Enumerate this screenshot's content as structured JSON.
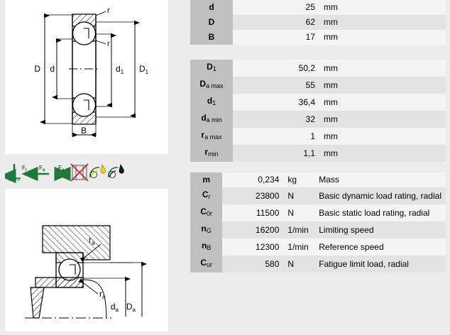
{
  "page": {
    "background": "#ececec",
    "panel_bg": "#ffffff",
    "symbol_cell_bg": "#c0c0c0",
    "row_odd_bg": "#f4f4f4",
    "row_even_bg": "#e3e3e3",
    "icon_green": "#1e7a3c",
    "icon_red": "#cc2222"
  },
  "drawings": {
    "bearing_section": {
      "name": "deep-groove-ball-bearing-cross-section",
      "dimension_labels": [
        "D",
        "d",
        "d1",
        "D1",
        "B",
        "r",
        "r"
      ]
    },
    "mounting_section": {
      "name": "bearing-mounting-abutment-dimensions",
      "dimension_labels": [
        "ra",
        "ra",
        "da",
        "Da"
      ]
    }
  },
  "load_icons": [
    {
      "name": "radial-load-icon",
      "label": "Fr"
    },
    {
      "name": "axial-load-one-way-icon",
      "label": "Fa"
    },
    {
      "name": "axial-load-two-way-icon",
      "label": "Fa"
    },
    {
      "name": "not-separable-icon",
      "label": ""
    },
    {
      "name": "grease-lubrication-icon",
      "label": ""
    },
    {
      "name": "oil-lubrication-icon",
      "label": ""
    }
  ],
  "tables": {
    "section_main": {
      "name": "main-dimensions-table",
      "rows": [
        {
          "symbol": "d",
          "sub": "",
          "value": "25",
          "unit": "mm",
          "desc": ""
        },
        {
          "symbol": "D",
          "sub": "",
          "value": "62",
          "unit": "mm",
          "desc": ""
        },
        {
          "symbol": "B",
          "sub": "",
          "value": "17",
          "unit": "mm",
          "desc": ""
        }
      ]
    },
    "section_abutment": {
      "name": "abutment-dimensions-table",
      "rows": [
        {
          "symbol": "D",
          "sub": "1",
          "value": "50,2",
          "unit": "mm",
          "desc": ""
        },
        {
          "symbol": "D",
          "sub": "a max",
          "value": "55",
          "unit": "mm",
          "desc": ""
        },
        {
          "symbol": "d",
          "sub": "1",
          "value": "36,4",
          "unit": "mm",
          "desc": ""
        },
        {
          "symbol": "d",
          "sub": "a min",
          "value": "32",
          "unit": "mm",
          "desc": ""
        },
        {
          "symbol": "r",
          "sub": "a max",
          "value": "1",
          "unit": "mm",
          "desc": ""
        },
        {
          "symbol": "r",
          "sub": "min",
          "value": "1,1",
          "unit": "mm",
          "desc": ""
        }
      ]
    },
    "section_performance": {
      "name": "performance-data-table",
      "rows": [
        {
          "symbol": "m",
          "sub": "",
          "value": "0,234",
          "unit": "kg",
          "desc": "Mass"
        },
        {
          "symbol": "C",
          "sub": "r",
          "value": "23800",
          "unit": "N",
          "desc": "Basic dynamic load rating, radial"
        },
        {
          "symbol": "C",
          "sub": "0r",
          "value": "11500",
          "unit": "N",
          "desc": "Basic static load rating, radial"
        },
        {
          "symbol": "n",
          "sub": "G",
          "value": "16200",
          "unit": "1/min",
          "desc": "Limiting speed"
        },
        {
          "symbol": "n",
          "sub": "B",
          "value": "12300",
          "unit": "1/min",
          "desc": "Reference speed"
        },
        {
          "symbol": "C",
          "sub": "ur",
          "value": "580",
          "unit": "N",
          "desc": "Fatigue limit load, radial"
        }
      ]
    }
  }
}
